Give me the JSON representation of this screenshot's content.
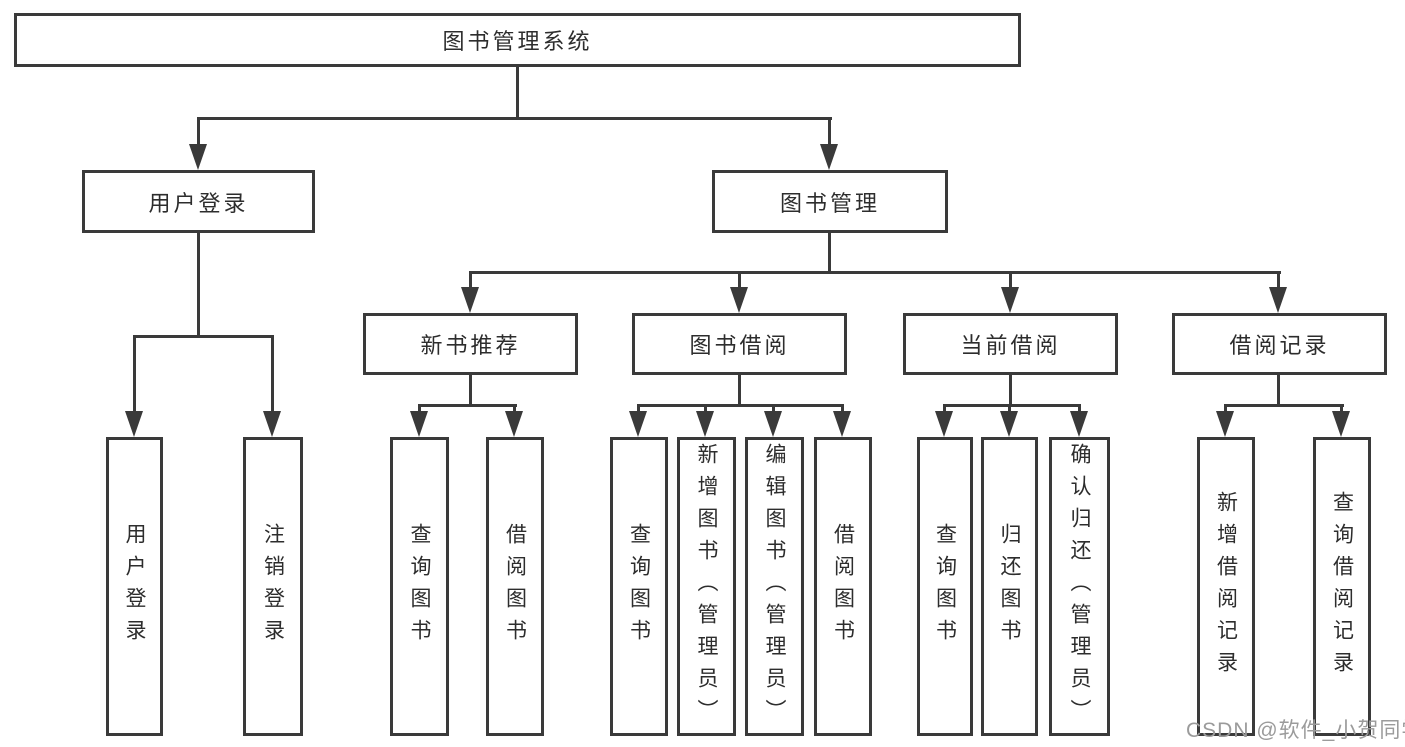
{
  "diagram": {
    "root": {
      "label": "图书管理系统"
    },
    "branches": {
      "user_login": {
        "label": "用户登录",
        "children": {
          "login": {
            "label": "用户登录"
          },
          "logout": {
            "label": "注销登录"
          }
        }
      },
      "book_mgmt": {
        "label": "图书管理",
        "children": {
          "new_book_rec": {
            "label": "新书推荐",
            "children": {
              "query": {
                "label": "查询图书"
              },
              "borrow": {
                "label": "借阅图书"
              }
            }
          },
          "book_borrow": {
            "label": "图书借阅",
            "children": {
              "query": {
                "label": "查询图书"
              },
              "add": {
                "label": "新增图书（管理员）"
              },
              "edit": {
                "label": "编辑图书（管理员）"
              },
              "borrow": {
                "label": "借阅图书"
              }
            }
          },
          "current_borrow": {
            "label": "当前借阅",
            "children": {
              "query": {
                "label": "查询图书"
              },
              "return": {
                "label": "归还图书"
              },
              "confirm": {
                "label": "确认归还（管理员）"
              }
            }
          },
          "borrow_records": {
            "label": "借阅记录",
            "children": {
              "add": {
                "label": "新增借阅记录"
              },
              "query": {
                "label": "查询借阅记录"
              }
            }
          }
        }
      }
    },
    "watermark": "CSDN @软件_小贺同学",
    "colors": {
      "background": "#ffffff",
      "line": "#3a3a3a",
      "text": "#2d2d2d",
      "watermark": "#9b9b9b"
    }
  }
}
